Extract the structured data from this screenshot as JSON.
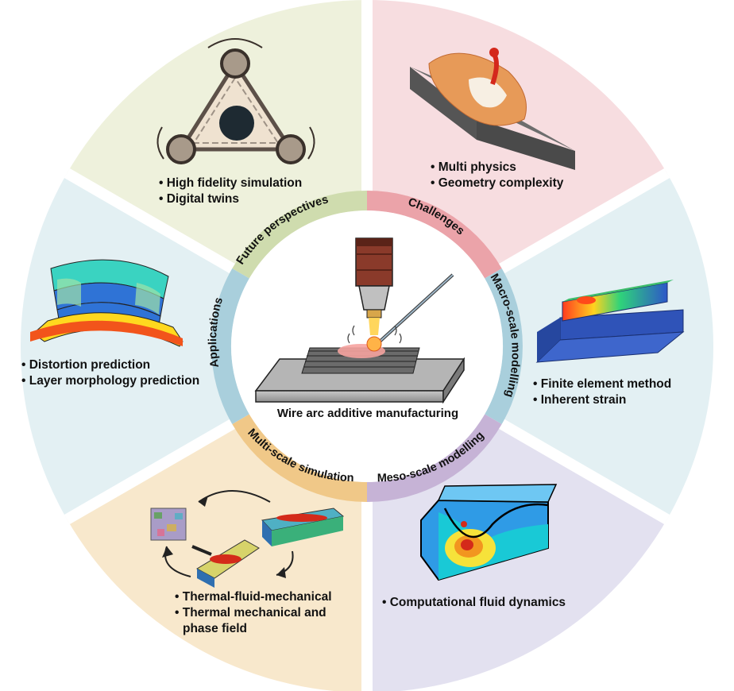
{
  "center": {
    "label": "Wire arc additive manufacturing"
  },
  "ring_labels": {
    "future": "Future perspectives",
    "challenges": "Challenges",
    "macro": "Macro-scale modelling",
    "meso": "Meso-scale modelling",
    "multi": "Multi-scale simulation",
    "applications": "Applications"
  },
  "sectors": {
    "future": {
      "bullets": [
        "• High fidelity simulation",
        "• Digital twins"
      ]
    },
    "challenges": {
      "bullets": [
        "• Multi physics",
        "• Geometry complexity"
      ]
    },
    "macro": {
      "bullets": [
        "• Finite element method",
        "• Inherent strain"
      ]
    },
    "meso": {
      "bullets": [
        "• Computational fluid dynamics"
      ]
    },
    "multi": {
      "bullets": [
        "• Thermal-fluid-mechanical",
        "• Thermal mechanical and",
        "phase field"
      ]
    },
    "applications": {
      "bullets": [
        "• Distortion prediction",
        "• Layer morphology prediction"
      ]
    }
  },
  "colors": {
    "future_bg": "#eef1dc",
    "future_band": "#cfdcae",
    "challenges_bg": "#f7dde0",
    "challenges_band": "#eba3a9",
    "macro_bg": "#e3f0f3",
    "macro_band": "#a9cfdc",
    "meso_bg": "#e3e1f0",
    "meso_band": "#c6b3d6",
    "multi_bg": "#f8e8cc",
    "multi_band": "#f0c888",
    "applications_bg": "#e3f0f3",
    "applications_band": "#a9cfdc"
  }
}
